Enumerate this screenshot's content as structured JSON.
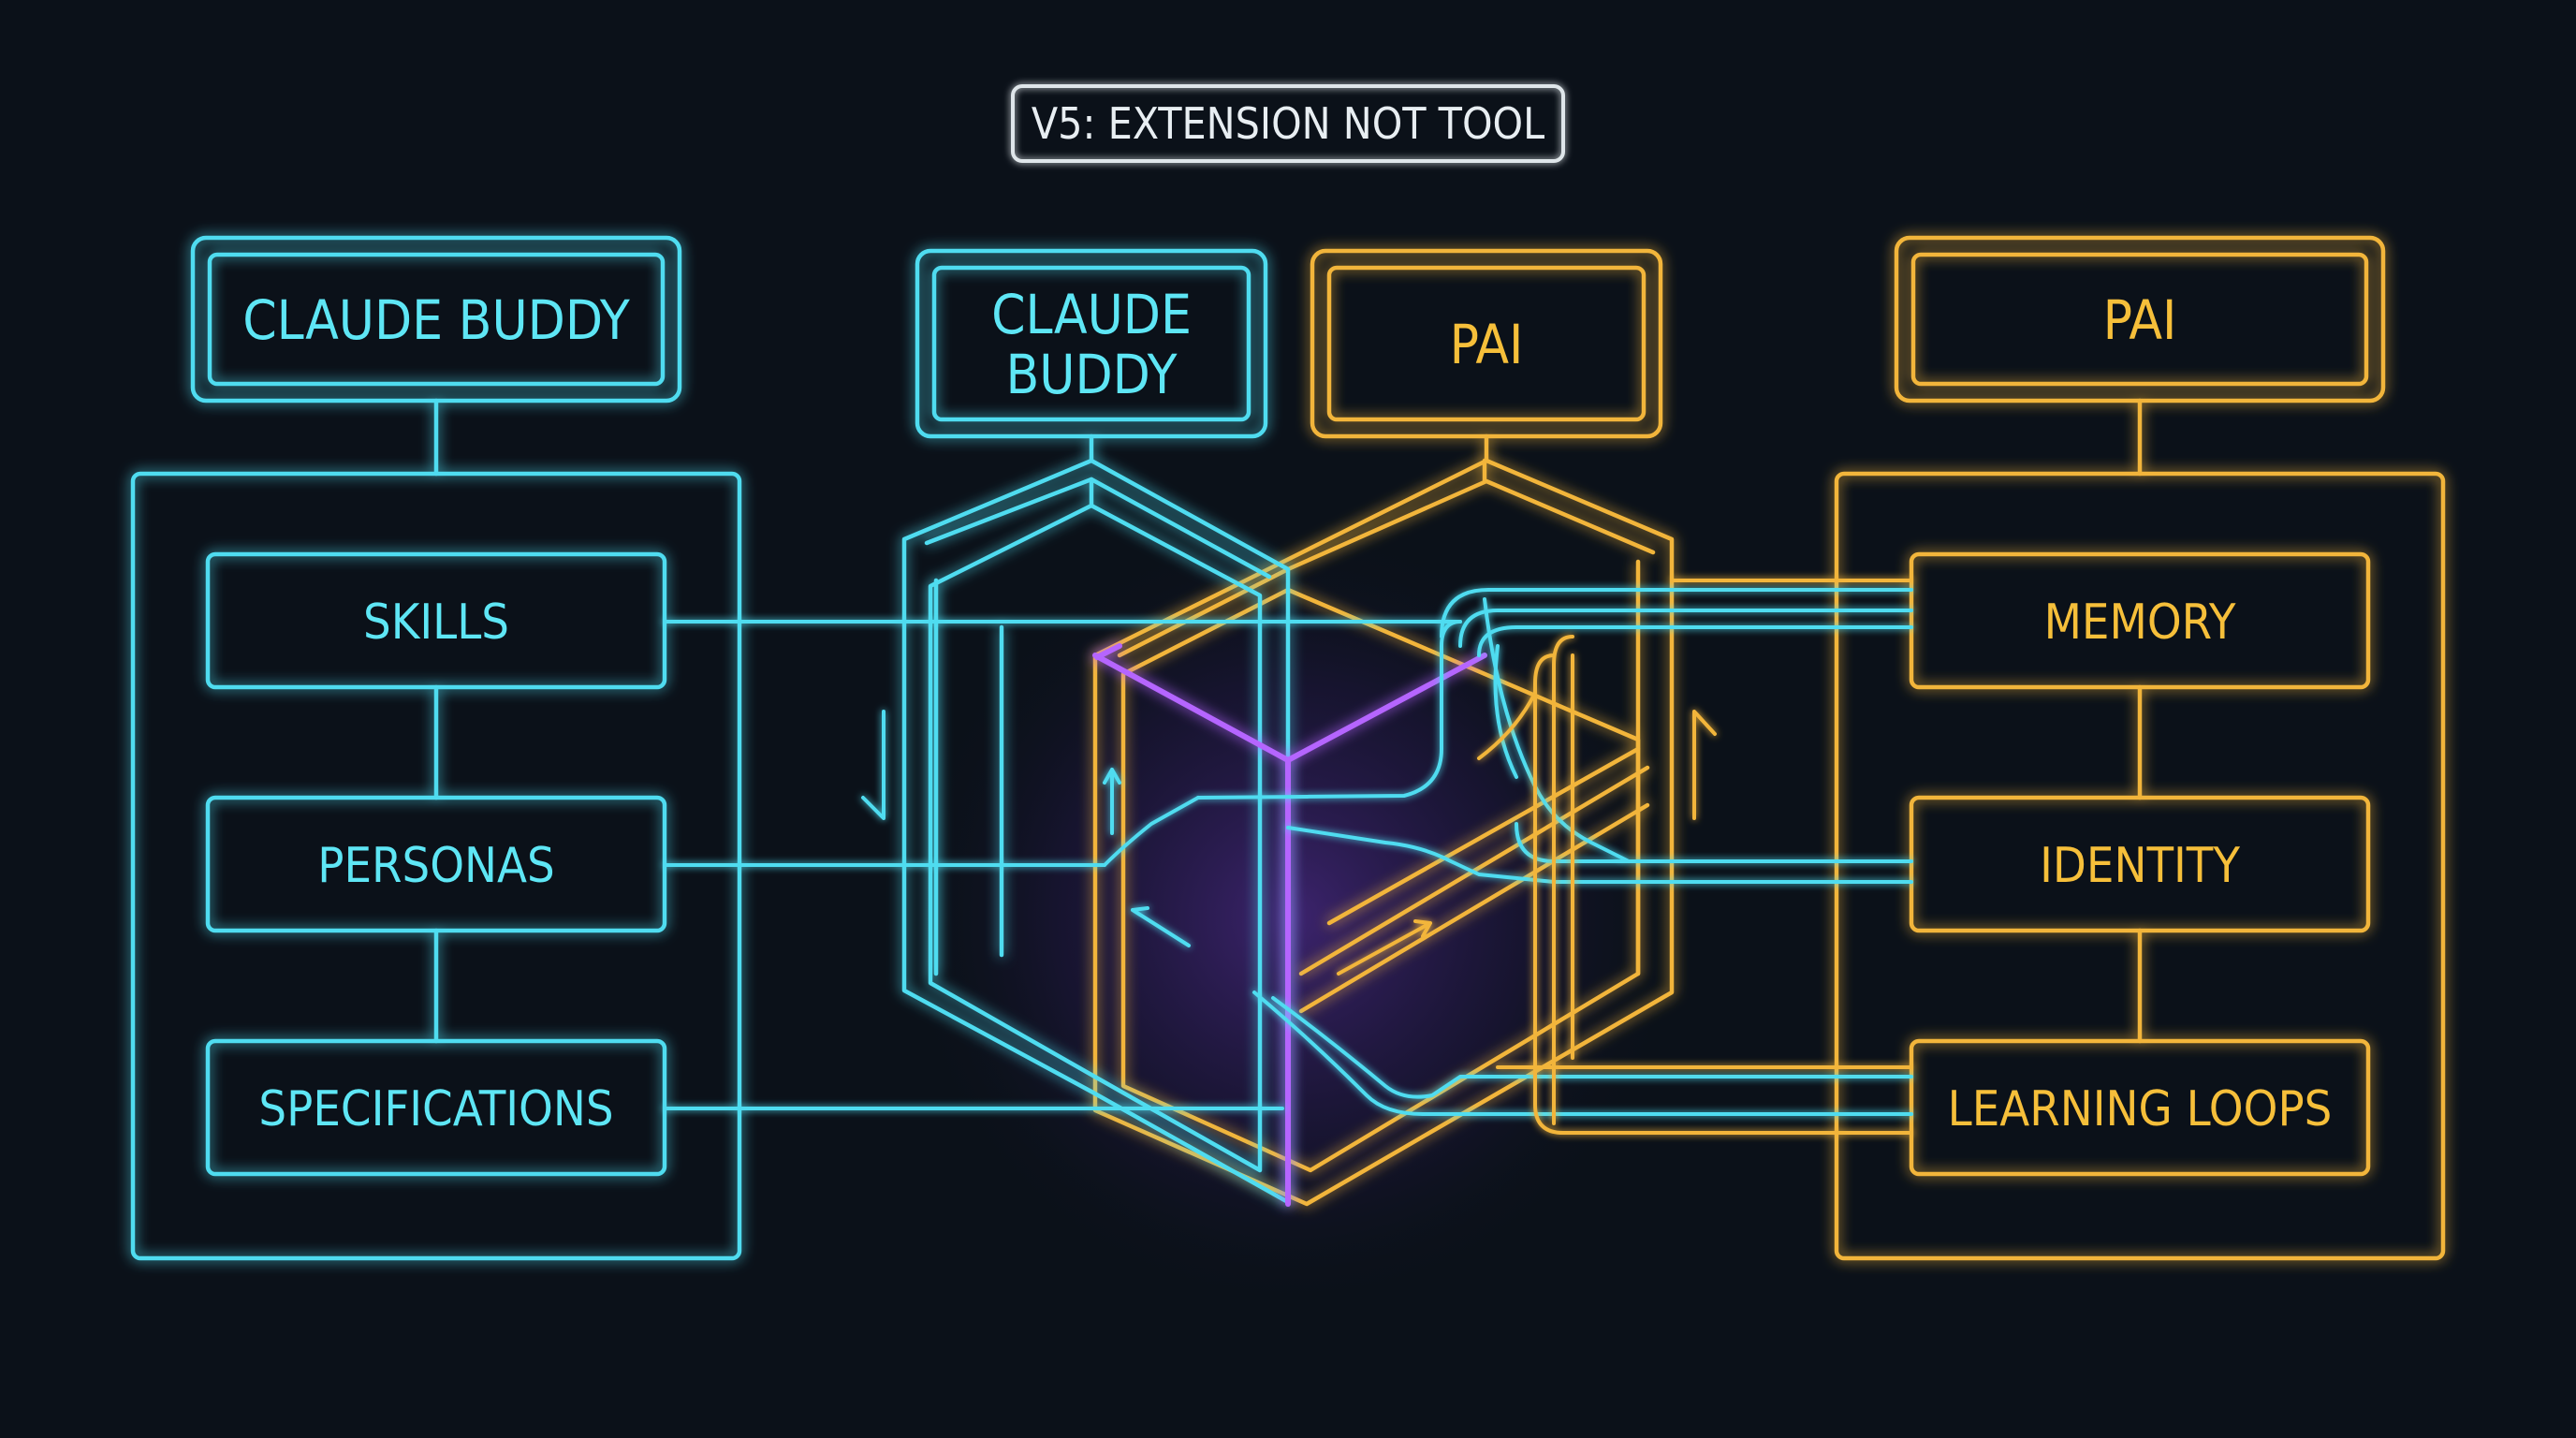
{
  "title": "V5: EXTENSION NOT TOOL",
  "left_panel": {
    "header": "CLAUDE BUDDY",
    "items": [
      "SKILLS",
      "PERSONAS",
      "SPECIFICATIONS"
    ]
  },
  "center": {
    "left_label_line1": "CLAUDE",
    "left_label_line2": "BUDDY",
    "right_label": "PAI"
  },
  "right_panel": {
    "header": "PAI",
    "items": [
      "MEMORY",
      "IDENTITY",
      "LEARNING LOOPS"
    ]
  },
  "colors": {
    "background": "#0b1119",
    "cyan": "#4fdcf0",
    "amber": "#f2b53a",
    "purple": "#b565ff",
    "white": "#e8eef2"
  }
}
